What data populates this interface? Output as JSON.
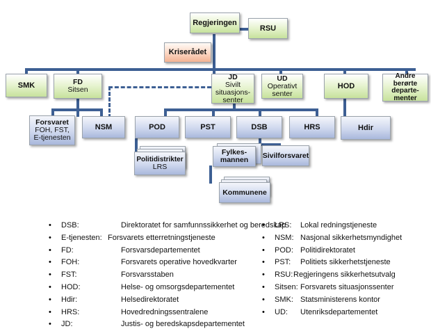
{
  "nodes": {
    "regjeringen": "Regjeringen",
    "rsu": "RSU",
    "kriseradet": "Kriserådet",
    "smk": "SMK",
    "fd_title": "FD",
    "fd_sub": "Sitsen",
    "jd_title": "JD",
    "jd_sub_1": "Sivilt",
    "jd_sub_2": "situasjons-",
    "jd_sub_3": "senter",
    "ud_title": "UD",
    "ud_sub_1": "Operativt",
    "ud_sub_2": "senter",
    "hod": "HOD",
    "andre_1": "Andre berørte",
    "andre_2": "departe-",
    "andre_3": "menter",
    "forsvaret_title": "Forsvaret",
    "forsvaret_sub_1": "FOH, FST,",
    "forsvaret_sub_2": "E-tjenesten",
    "nsm": "NSM",
    "pod": "POD",
    "pst": "PST",
    "dsb": "DSB",
    "hrs": "HRS",
    "hdir": "Hdir",
    "politidistrikter": "Politidistrikter",
    "lrs": "LRS",
    "fylkesmannen_1": "Fylkes-",
    "fylkesmannen_2": "mannen",
    "sivilforsvaret": "Sivilforsvaret",
    "kommunene": "Kommunene"
  },
  "colors": {
    "green": "#c7e29c",
    "blue": "#a9b8dc",
    "peach": "#f3b292",
    "line": "#3d5f93"
  },
  "legend_left": [
    {
      "abbr": "DSB:",
      "desc": "Direktoratet for samfunnssikkerhet og beredskap"
    },
    {
      "abbr": "E-tjenesten:",
      "desc": "Forsvarets etterretningstjeneste"
    },
    {
      "abbr": "FD:",
      "desc": "Forsvarsdepartementet"
    },
    {
      "abbr": "FOH:",
      "desc": "Forsvarets operative hovedkvarter"
    },
    {
      "abbr": "FST:",
      "desc": "Forsvarsstaben"
    },
    {
      "abbr": "HOD:",
      "desc": "Helse- og omsorgsdepartementet"
    },
    {
      "abbr": "Hdir:",
      "desc": "Helsedirektoratet"
    },
    {
      "abbr": "HRS:",
      "desc": "Hovedredningssentralene"
    },
    {
      "abbr": "JD:",
      "desc": "Justis- og beredskapsdepartementet"
    }
  ],
  "legend_right": [
    {
      "abbr": "LRS:",
      "desc": "Lokal redningstjeneste"
    },
    {
      "abbr": "NSM:",
      "desc": "Nasjonal sikkerhetsmyndighet"
    },
    {
      "abbr": "POD:",
      "desc": "Politidirektoratet"
    },
    {
      "abbr": "PST:",
      "desc": "Politiets sikkerhetstjeneste"
    },
    {
      "abbr": "RSU:",
      "desc": "Regjeringens sikkerhetsutvalg"
    },
    {
      "abbr": "Sitsen:",
      "desc": "Forsvarets situasjonssenter"
    },
    {
      "abbr": "SMK:",
      "desc": "Statsministerens kontor"
    },
    {
      "abbr": "UD:",
      "desc": "Utenriksdepartementet"
    }
  ]
}
